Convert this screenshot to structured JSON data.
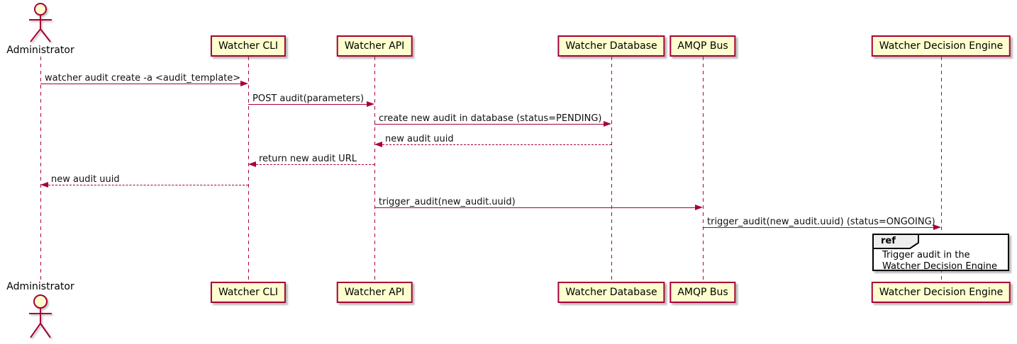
{
  "diagram": {
    "type": "plantuml-sequence",
    "actor": {
      "label": "Administrator"
    },
    "participants": [
      {
        "label": "Watcher CLI"
      },
      {
        "label": "Watcher API"
      },
      {
        "label": "Watcher Database"
      },
      {
        "label": "AMQP Bus"
      },
      {
        "label": "Watcher Decision Engine"
      }
    ],
    "messages": [
      {
        "from": "Administrator",
        "to": "Watcher CLI",
        "style": "solid",
        "text": "watcher audit create -a <audit_template>"
      },
      {
        "from": "Watcher CLI",
        "to": "Watcher API",
        "style": "solid",
        "text": "POST audit(parameters)"
      },
      {
        "from": "Watcher API",
        "to": "Watcher Database",
        "style": "solid",
        "text": "create new audit in database (status=PENDING)"
      },
      {
        "from": "Watcher Database",
        "to": "Watcher API",
        "style": "dashed",
        "text": "new audit uuid"
      },
      {
        "from": "Watcher API",
        "to": "Watcher CLI",
        "style": "dashed",
        "text": "return new audit URL"
      },
      {
        "from": "Watcher CLI",
        "to": "Administrator",
        "style": "dashed",
        "text": "new audit uuid"
      },
      {
        "from": "Watcher API",
        "to": "AMQP Bus",
        "style": "solid",
        "text": "trigger_audit(new_audit.uuid)"
      },
      {
        "from": "AMQP Bus",
        "to": "Watcher Decision Engine",
        "style": "solid",
        "text": "trigger_audit(new_audit.uuid) (status=ONGOING)"
      }
    ],
    "ref": {
      "keyword": "ref",
      "line1": "Trigger audit in the",
      "line2": "Watcher Decision Engine"
    },
    "colors": {
      "participant_fill": "#FEFECE",
      "line": "#A80036",
      "text": "#000000",
      "ref_tab_fill": "#EEEEEE",
      "ref_border": "#000000"
    }
  }
}
